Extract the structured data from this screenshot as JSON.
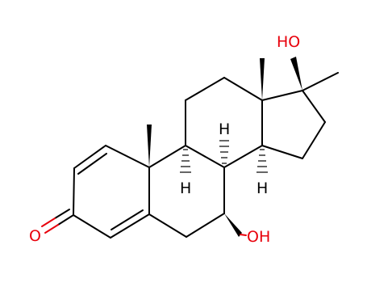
{
  "colors": {
    "bond": "#000000",
    "oxygen": "#e8000b",
    "background": "#ffffff"
  },
  "labels": {
    "carbonyl_o": "O",
    "hydroxyl_17": "HO",
    "hydroxyl_7": "OH",
    "h_8": "H",
    "h_9": "H",
    "h_14": "H"
  }
}
